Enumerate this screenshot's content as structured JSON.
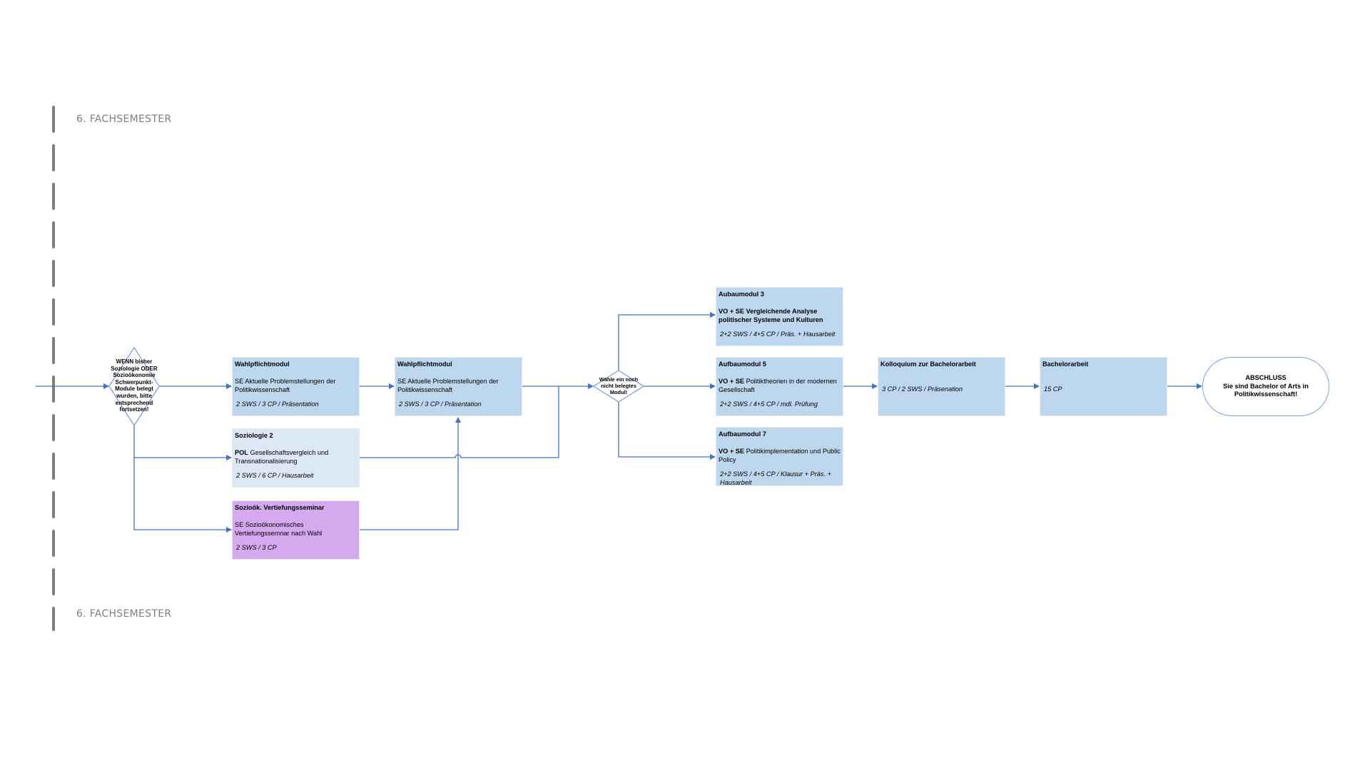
{
  "colors": {
    "connector": "#4472c4",
    "connector_light": "#7da0dd",
    "box_blue": "#bdd7ee",
    "box_lightblue": "#dde8f5",
    "box_purple": "#d4a9ee",
    "semester_line": "#7f7f7f",
    "semester_label": "#7f7f7f"
  },
  "semester": {
    "top_label": "6. FACHSEMESTER",
    "bottom_label": "6. FACHSEMESTER"
  },
  "decisions": {
    "first": {
      "lines": [
        "WENN bisher",
        "Soziologie ODER",
        "Sozioökonomie",
        "Schwerpunkt-",
        "Module belegt",
        "wurden, bitte",
        "entsprechend",
        "fortsetzen!"
      ]
    },
    "second": {
      "lines": [
        "Wähle ein noch",
        "nicht belegtes",
        "Modul!"
      ]
    }
  },
  "modules": {
    "wahlpflicht_1": {
      "title": "Wahlpflichtmodul",
      "desc_prefix": "",
      "desc": "SE Aktuelle Problemstellungen der Politikwissenschaft",
      "meta": "2 SWS / 3 CP / Präsentation"
    },
    "soziologie_2": {
      "title": "Soziologie 2",
      "desc_prefix": "POL",
      "desc": " Gesellschaftsvergleich und Transnationalisierung",
      "meta": "2 SWS / 6 CP / Hausarbeit"
    },
    "soziooek_seminar": {
      "title": "Sozioök. Vertiefungsseminar",
      "desc_prefix": "",
      "desc": "SE Sozioökonomisches Vertiefungssemnar nach Wahl",
      "meta": "2 SWS / 3 CP"
    },
    "wahlpflicht_2": {
      "title": "Wahlpflichtmodul",
      "desc_prefix": "",
      "desc": "SE Aktuelle Problemstellungen der Politikwissenschaft",
      "meta": "2 SWS / 3 CP / Präsentation"
    },
    "aufbau_3": {
      "title": "Aubaumodul 3",
      "desc_prefix": "VO + SE Vergleichende Analyse politischer Systeme und Kulturen",
      "desc": "",
      "meta": "2+2 SWS / 4+5 CP / Präs. + Hausarbeit"
    },
    "aufbau_5": {
      "title": "Aufbaumodul 5",
      "desc_prefix": "VO + SE",
      "desc": " Politiktheorien in der modernen Gesellschaft",
      "meta": "2+2 SWS / 4+5 CP / mdl. Prüfung"
    },
    "aufbau_7": {
      "title": "Aufbaumodul 7",
      "desc_prefix": "VO + SE",
      "desc": " Politikimplementation und Public Policy",
      "meta": "2+2 SWS / 4+5 CP / Klausur + Präs. + Hausarbeit"
    },
    "kolloquium": {
      "title": "Kolloquium zur Bachelorarbeit",
      "meta": "3 CP / 2 SWS /  Präsenation"
    },
    "bachelorarbeit": {
      "title": "Bachelorarbeit",
      "meta": "15 CP"
    }
  },
  "terminal": {
    "line1": "ABSCHLUSS",
    "line2": "Sie sind Bachelor of Arts in",
    "line3": "Politikwissenschaft!"
  }
}
